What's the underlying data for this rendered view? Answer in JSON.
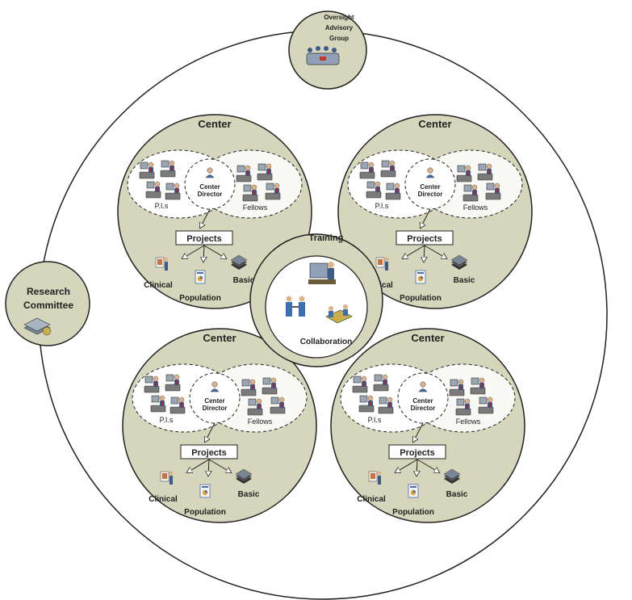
{
  "oversight": {
    "lines": [
      "Oversight",
      "Advisory",
      "Group"
    ]
  },
  "research": {
    "lines": [
      "Research",
      "Committee"
    ]
  },
  "training": {
    "label": "Training",
    "collab": "Collaboration"
  },
  "center": {
    "title": "Center",
    "director": [
      "Center",
      "Director"
    ],
    "pis": "P.I.s",
    "fellows": "Fellows",
    "projects": "Projects",
    "types": [
      "Clinical",
      "Population",
      "Basic"
    ]
  },
  "colors": {
    "fill": "#d6d6bc",
    "stroke": "#222222",
    "accent": "#4a6fa5"
  }
}
